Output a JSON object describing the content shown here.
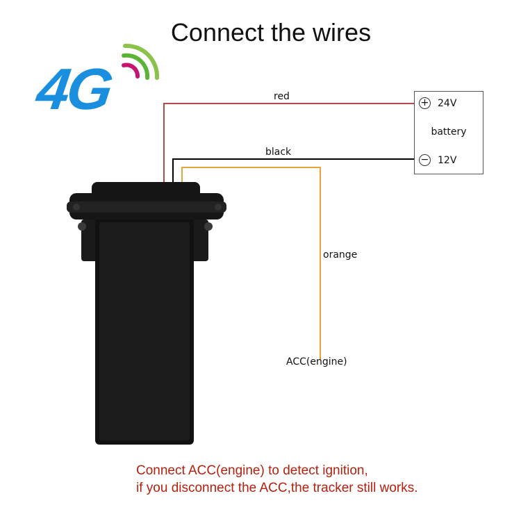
{
  "title": "Connect the wires",
  "logo": {
    "text": "4G",
    "color": "#1a8fe0",
    "signal_color": "#c8146f"
  },
  "wires": {
    "red": {
      "label": "red",
      "color": "#b84a4a"
    },
    "black": {
      "label": "black",
      "color": "#000000"
    },
    "orange": {
      "label": "orange",
      "color": "#e6a43a"
    }
  },
  "battery": {
    "label": "battery",
    "positive": {
      "symbol": "+",
      "voltage": "24V"
    },
    "negative": {
      "symbol": "−",
      "voltage": "12V"
    }
  },
  "acc_label": "ACC(engine)",
  "note": {
    "line1": "Connect ACC(engine) to detect ignition,",
    "line2": "if you disconnect the ACC,the tracker still works.",
    "color": "#b5200f"
  }
}
